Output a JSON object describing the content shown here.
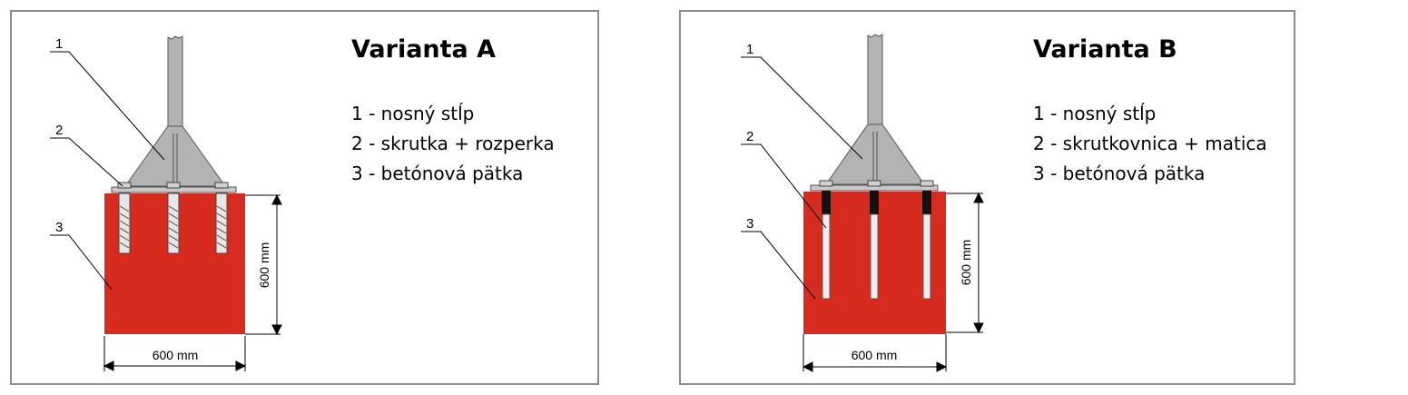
{
  "variant_a": {
    "title": "Varianta A",
    "legend": [
      "1 - nosný stĺp",
      "2 - skrutka + rozperka",
      "3 - betónová pätka"
    ],
    "callouts": [
      "1",
      "2",
      "3"
    ],
    "dim_height": "600 mm",
    "dim_width": "600 mm"
  },
  "variant_b": {
    "title": "Varianta B",
    "legend": [
      "1 - nosný stĺp",
      "2 - skrutkovnica + matica",
      "3 - betónová pätka"
    ],
    "callouts": [
      "1",
      "2",
      "3"
    ],
    "dim_height": "600 mm",
    "dim_width": "600 mm"
  },
  "colors": {
    "foundation": "#d82b20",
    "steel": "#b3b3b3",
    "frame": "#8c8c8c"
  }
}
